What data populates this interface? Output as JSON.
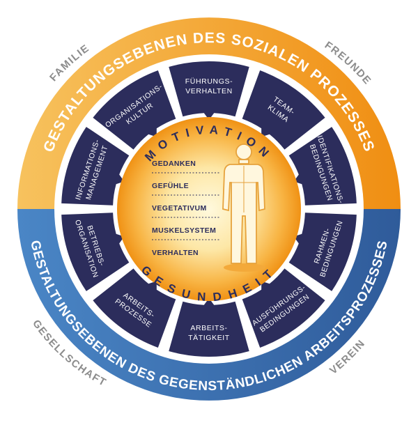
{
  "corners": {
    "top_left": "FAMILIE",
    "top_right": "FREUNDE",
    "bottom_left": "GESELLSCHAFT",
    "bottom_right": "VEREIN"
  },
  "ring": {
    "top_label": "GESTALTUNGSEBENEN DES SOZIALEN PROZESSES",
    "bottom_label": "GESTALTUNGSEBENEN DES GEGENSTÄNDLICHEN ARBEITSPROZESSES",
    "top_color": "#f19a16",
    "bottom_color": "#3a74b4"
  },
  "segments": [
    {
      "id": "fuehrungsverhalten",
      "lines": [
        "FÜHRUNGS-",
        "VERHALTEN"
      ]
    },
    {
      "id": "teamklima",
      "lines": [
        "TEAM-",
        "KLIMA"
      ]
    },
    {
      "id": "identifikationsbedingungen",
      "lines": [
        "IDENTIFIKATIONS-",
        "BEDINGUNGEN"
      ]
    },
    {
      "id": "rahmenbedingungen",
      "lines": [
        "RAHMEN-",
        "BEDINGUNGEN"
      ]
    },
    {
      "id": "ausfuehrungsbedingungen",
      "lines": [
        "AUSFÜHRUNGS-",
        "BEDINGUNGEN"
      ]
    },
    {
      "id": "arbeitstaetigkeit",
      "lines": [
        "ARBEITS-",
        "TÄTIGKEIT"
      ]
    },
    {
      "id": "arbeitsprozesse",
      "lines": [
        "ARBEITS-",
        "PROZESSE"
      ]
    },
    {
      "id": "betriebsorganisation",
      "lines": [
        "BETRIEBS-",
        "ORGANISATION"
      ]
    },
    {
      "id": "informationsmanagement",
      "lines": [
        "INFORMATIONS-",
        "MANAGEMENT"
      ]
    },
    {
      "id": "organisationskultur",
      "lines": [
        "ORGANISATIONS-",
        "KULTUR"
      ]
    }
  ],
  "center": {
    "top_word": "MOTIVATION",
    "bottom_word": "GESUNDHEIT",
    "factors": [
      "GEDANKEN",
      "GEFÜHLE",
      "VEGETATIVUM",
      "MUSKELSYSTEM",
      "VERHALTEN"
    ],
    "figure_icon": "human-figure-icon"
  },
  "colors": {
    "segment": "#2c2d5c",
    "center_core": "#fff3c0",
    "center_edge": "#f19a16"
  }
}
